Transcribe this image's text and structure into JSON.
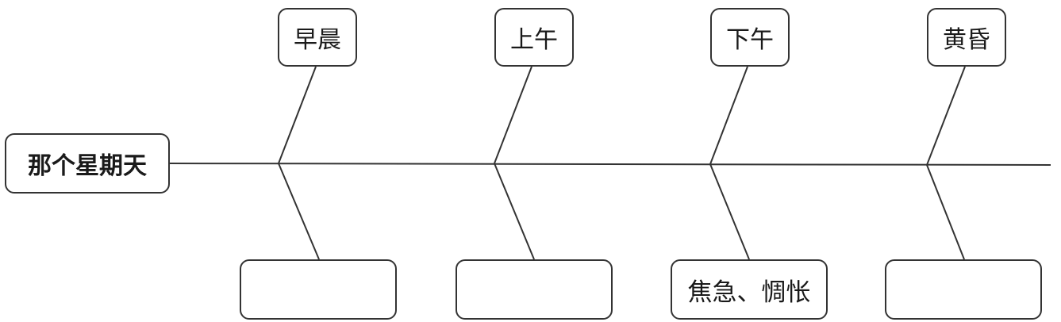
{
  "diagram": {
    "root": {
      "label": "那个星期天"
    },
    "branches": [
      {
        "time": "早晨",
        "emotion": ""
      },
      {
        "time": "上午",
        "emotion": ""
      },
      {
        "time": "下午",
        "emotion": "焦急、惆怅"
      },
      {
        "time": "黄昏",
        "emotion": ""
      }
    ]
  },
  "colors": {
    "line": "#333333",
    "text": "#1a1a1a"
  }
}
